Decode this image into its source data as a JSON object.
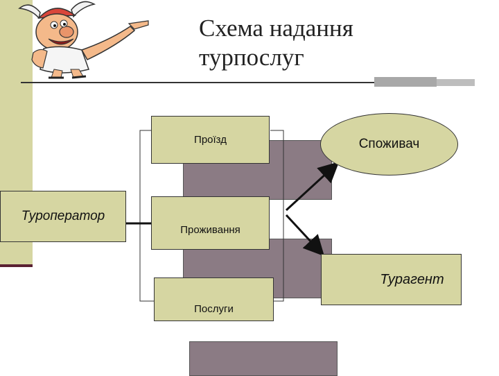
{
  "slide": {
    "title_line1": "Схема надання",
    "title_line2": "турпослуг"
  },
  "diagram": {
    "tour_operator": "Туроператор",
    "travel": "Проїзд",
    "accommodation": "Проживання",
    "services": "Послуги",
    "consumer": "Споживач",
    "travel_agent": "Турагент"
  },
  "colors": {
    "box_fill": "#d6d6a2",
    "shadow_fill": "#8b7b84",
    "accent_bar": "#5a2233"
  },
  "mascot": {
    "icon": "cartoon-character-pointing-icon"
  }
}
